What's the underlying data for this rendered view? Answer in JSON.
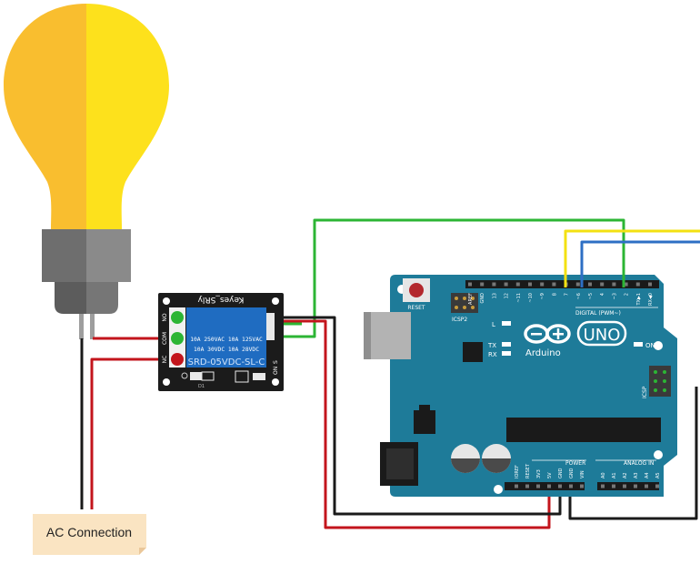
{
  "relay": {
    "brand": "Keyes_SRly",
    "rating1": "10A 250VAC  10A 125VAC",
    "rating2": "10A  30VDC  10A  28VDC",
    "model": "SRD-05VDC-SL-C",
    "term_no": "NO",
    "term_com": "COM",
    "term_nc": "NC",
    "pin_s": "S",
    "pin_plus": "+",
    "pin_minus": "-",
    "led_on": "ON",
    "led_d1": "D1"
  },
  "arduino": {
    "reset": "RESET",
    "icsp2": "ICSP2",
    "led_l": "L",
    "led_tx": "TX",
    "led_rx": "RX",
    "led_on": "ON",
    "brand": "Arduino",
    "model": "UNO",
    "digital_label": "DIGITAL (PWM~)",
    "icsp": "ICSP",
    "power_label": "POWER",
    "analog_label": "ANALOG IN",
    "digital_pins": [
      "AREF",
      "GND",
      "13",
      "12",
      "~11",
      "~10",
      "~9",
      "8",
      "7",
      "~6",
      "~5",
      "4",
      "~3",
      "2",
      "TX▶1",
      "RX◀0"
    ],
    "power_pins": [
      "IOREF",
      "RESET",
      "3V3",
      "5V",
      "GND",
      "GND",
      "VIN"
    ],
    "analog_pins": [
      "A0",
      "A1",
      "A2",
      "A3",
      "A4",
      "A5"
    ]
  },
  "ac_label": "AC Connection",
  "colors": {
    "bulb_left": "#F9BE2F",
    "bulb_right": "#FDE11C",
    "relay_board": "#1B1B1B",
    "relay_body": "#1F6CC1",
    "arduino_board": "#1E7B99",
    "wire_red": "#C3151C",
    "wire_black": "#1A1A1A",
    "wire_green": "#2CB534",
    "wire_yellow": "#F3E112",
    "wire_blue": "#2D6FC4"
  }
}
